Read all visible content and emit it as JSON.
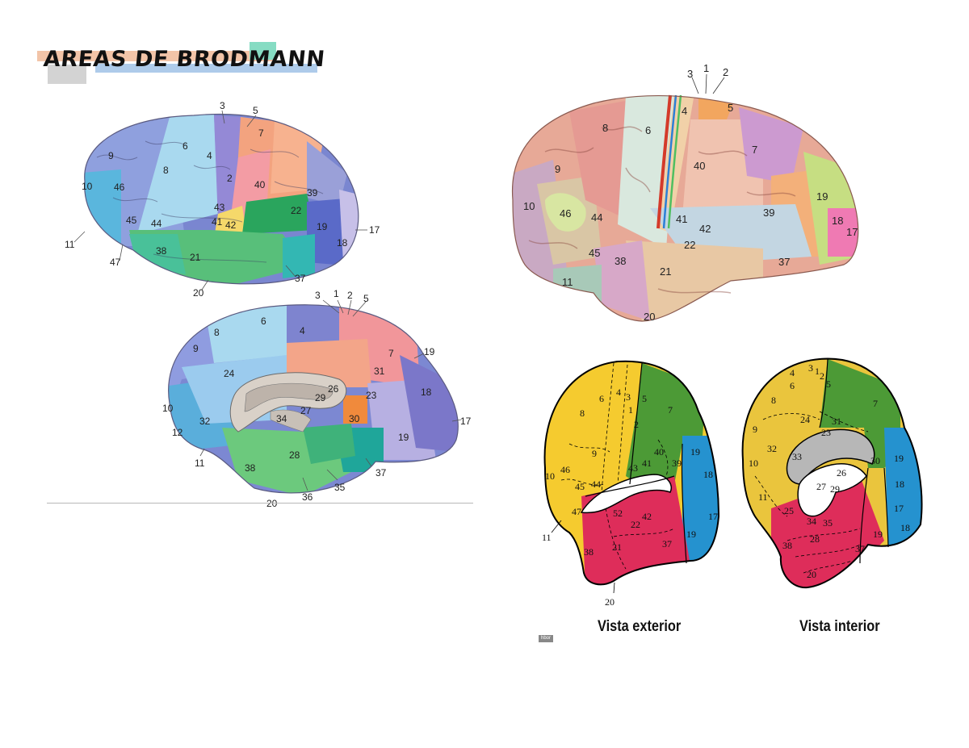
{
  "title": "AREAS DE BRODMANN",
  "fig1_labels": [
    "3",
    "5",
    "6",
    "4",
    "7",
    "9",
    "8",
    "2",
    "40",
    "10",
    "46",
    "43",
    "41",
    "42",
    "39",
    "22",
    "45",
    "44",
    "19",
    "17",
    "18",
    "11",
    "47",
    "38",
    "21",
    "37",
    "20"
  ],
  "fig2_labels": [
    "3",
    "1",
    "2",
    "5",
    "8",
    "6",
    "4",
    "9",
    "7",
    "19",
    "24",
    "31",
    "26",
    "29",
    "23",
    "18",
    "10",
    "32",
    "34",
    "27",
    "30",
    "17",
    "12",
    "19",
    "11",
    "28",
    "38",
    "37",
    "35",
    "36",
    "20"
  ],
  "fig3_labels": [
    "3",
    "1",
    "2",
    "4",
    "5",
    "8",
    "6",
    "7",
    "9",
    "40",
    "19",
    "10",
    "46",
    "44",
    "41",
    "39",
    "42",
    "18",
    "17",
    "45",
    "22",
    "38",
    "37",
    "11",
    "21",
    "20"
  ],
  "fig4_labels": [
    "6",
    "4",
    "3",
    "5",
    "8",
    "1",
    "7",
    "2",
    "9",
    "40",
    "19",
    "39",
    "43",
    "41",
    "18",
    "10",
    "46",
    "45",
    "44",
    "47",
    "52",
    "42",
    "17",
    "22",
    "11",
    "38",
    "21",
    "37",
    "19",
    "20"
  ],
  "fig5_labels": [
    "4",
    "3",
    "1",
    "2",
    "5",
    "6",
    "8",
    "7",
    "24",
    "31",
    "9",
    "23",
    "32",
    "33",
    "30",
    "19",
    "10",
    "26",
    "18",
    "27",
    "29",
    "11",
    "25",
    "17",
    "34",
    "35",
    "18",
    "38",
    "28",
    "19",
    "37",
    "20"
  ],
  "captions": {
    "exterior": "Vista exterior",
    "interior": "Vista interior"
  },
  "tag": "hbor"
}
